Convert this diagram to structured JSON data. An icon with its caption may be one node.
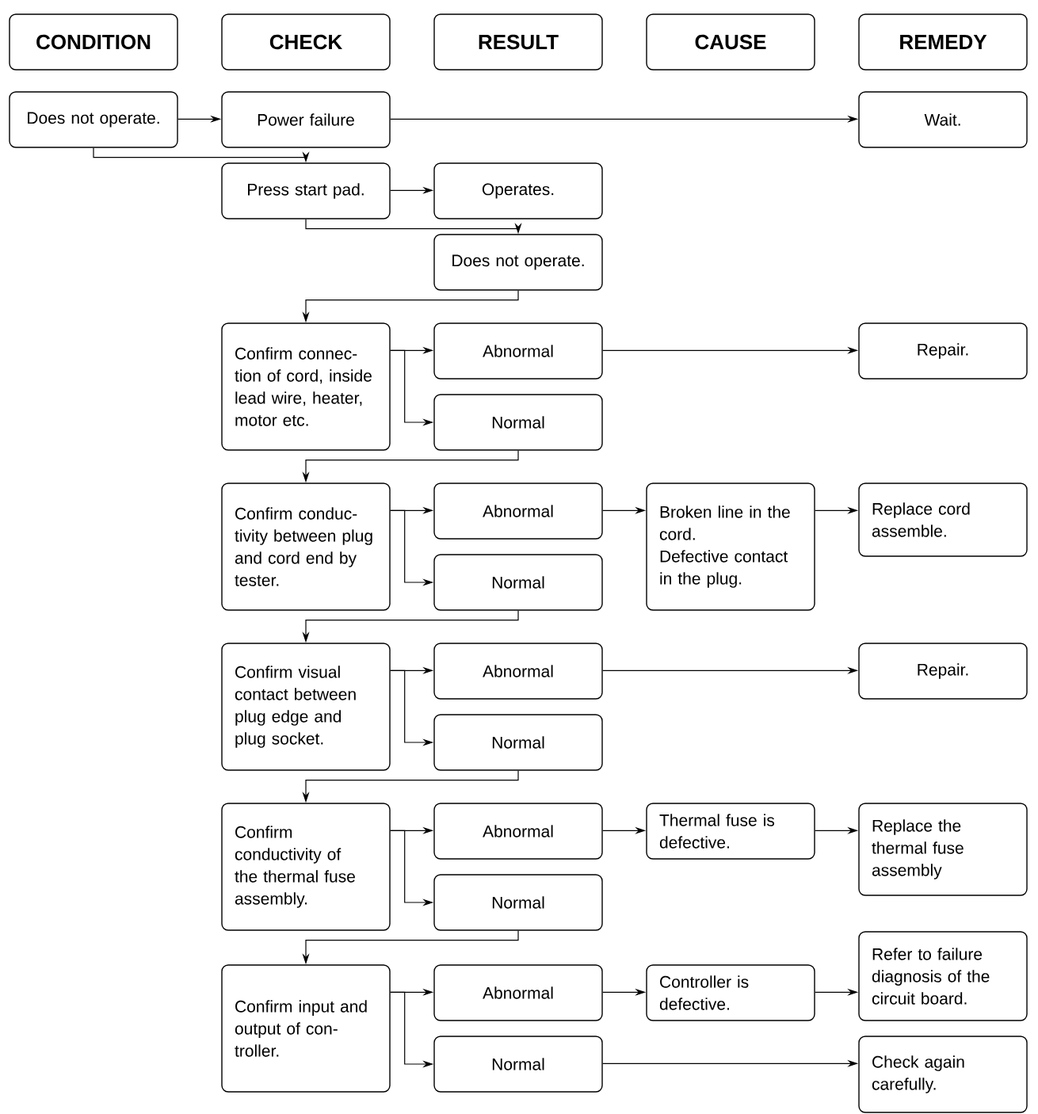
{
  "diagram": {
    "nodes": [
      {
        "text": [
          "CONDITION"
        ]
      },
      {
        "text": [
          "CHECK"
        ]
      },
      {
        "text": [
          "RESULT"
        ]
      },
      {
        "text": [
          "CAUSE"
        ]
      },
      {
        "text": [
          "REMEDY"
        ]
      },
      {
        "text": [
          "Does not operate."
        ]
      },
      {
        "text": [
          "Power failure"
        ]
      },
      {
        "text": [
          "Wait."
        ]
      },
      {
        "text": [
          "Press start pad."
        ]
      },
      {
        "text": [
          "Operates."
        ]
      },
      {
        "text": [
          "Does not operate."
        ]
      },
      {
        "text": [
          "Confirm connec- tion of cord, inside lead wire, heater, motor etc."
        ]
      },
      {
        "text": [
          "Abnormal"
        ]
      },
      {
        "text": [
          "Repair."
        ]
      },
      {
        "text": [
          "Normal"
        ]
      },
      {
        "text": [
          "Confirm conduc- tivity between plug and cord end by tester."
        ]
      },
      {
        "text": [
          "Abnormal"
        ]
      },
      {
        "text": [
          "Broken line in the cord.",
          "Defective contact in the plug."
        ]
      },
      {
        "text": [
          "Replace cord assemble."
        ]
      },
      {
        "text": [
          "Normal"
        ]
      },
      {
        "text": [
          "Confirm visual contact between plug edge and plug socket."
        ]
      },
      {
        "text": [
          "Abnormal"
        ]
      },
      {
        "text": [
          "Repair."
        ]
      },
      {
        "text": [
          "Normal"
        ]
      },
      {
        "text": [
          "Confirm conductivity of the thermal fuse assembly."
        ]
      },
      {
        "text": [
          "Abnormal"
        ]
      },
      {
        "text": [
          "Thermal fuse is defective."
        ]
      },
      {
        "text": [
          "Replace the thermal fuse assembly"
        ]
      },
      {
        "text": [
          "Normal"
        ]
      },
      {
        "text": [
          "Confirm input and output of con- troller."
        ]
      },
      {
        "text": [
          "Abnormal"
        ]
      },
      {
        "text": [
          "Controller is defective."
        ]
      },
      {
        "text": [
          "Refer to failure diagnosis of the circuit board."
        ]
      },
      {
        "text": [
          "Normal"
        ]
      },
      {
        "text": [
          "Check again carefully."
        ]
      }
    ],
    "edges": [
      {
        "from": 5,
        "to": 6,
        "arrow": "to"
      },
      {
        "from": 5,
        "to": 8,
        "arrow": "to"
      },
      {
        "from": 6,
        "to": 7,
        "arrow": "to"
      },
      {
        "from": 8,
        "to": 9,
        "arrow": "to"
      },
      {
        "from": 8,
        "to": 10,
        "arrow": "to"
      },
      {
        "from": 10,
        "to": 11,
        "arrow": "to"
      },
      {
        "from": 11,
        "to": 12,
        "arrow": "to"
      },
      {
        "from": 11,
        "to": 14,
        "arrow": "to"
      },
      {
        "from": 12,
        "to": 13,
        "arrow": "to"
      },
      {
        "from": 14,
        "to": 15,
        "arrow": "to"
      },
      {
        "from": 15,
        "to": 16,
        "arrow": "to"
      },
      {
        "from": 15,
        "to": 19,
        "arrow": "to"
      },
      {
        "from": 16,
        "to": 17,
        "arrow": "to"
      },
      {
        "from": 17,
        "to": 18,
        "arrow": "to"
      },
      {
        "from": 19,
        "to": 20,
        "arrow": "to"
      },
      {
        "from": 20,
        "to": 21,
        "arrow": "to"
      },
      {
        "from": 20,
        "to": 23,
        "arrow": "to"
      },
      {
        "from": 21,
        "to": 22,
        "arrow": "to"
      },
      {
        "from": 23,
        "to": 24,
        "arrow": "to"
      },
      {
        "from": 24,
        "to": 25,
        "arrow": "to"
      },
      {
        "from": 24,
        "to": 28,
        "arrow": "to"
      },
      {
        "from": 25,
        "to": 26,
        "arrow": "to"
      },
      {
        "from": 26,
        "to": 27,
        "arrow": "to"
      },
      {
        "from": 28,
        "to": 29,
        "arrow": "to"
      },
      {
        "from": 29,
        "to": 30,
        "arrow": "to"
      },
      {
        "from": 29,
        "to": 33,
        "arrow": "to"
      },
      {
        "from": 30,
        "to": 31,
        "arrow": "to"
      },
      {
        "from": 31,
        "to": 32,
        "arrow": "to"
      },
      {
        "from": 33,
        "to": 34,
        "arrow": "to"
      }
    ]
  }
}
